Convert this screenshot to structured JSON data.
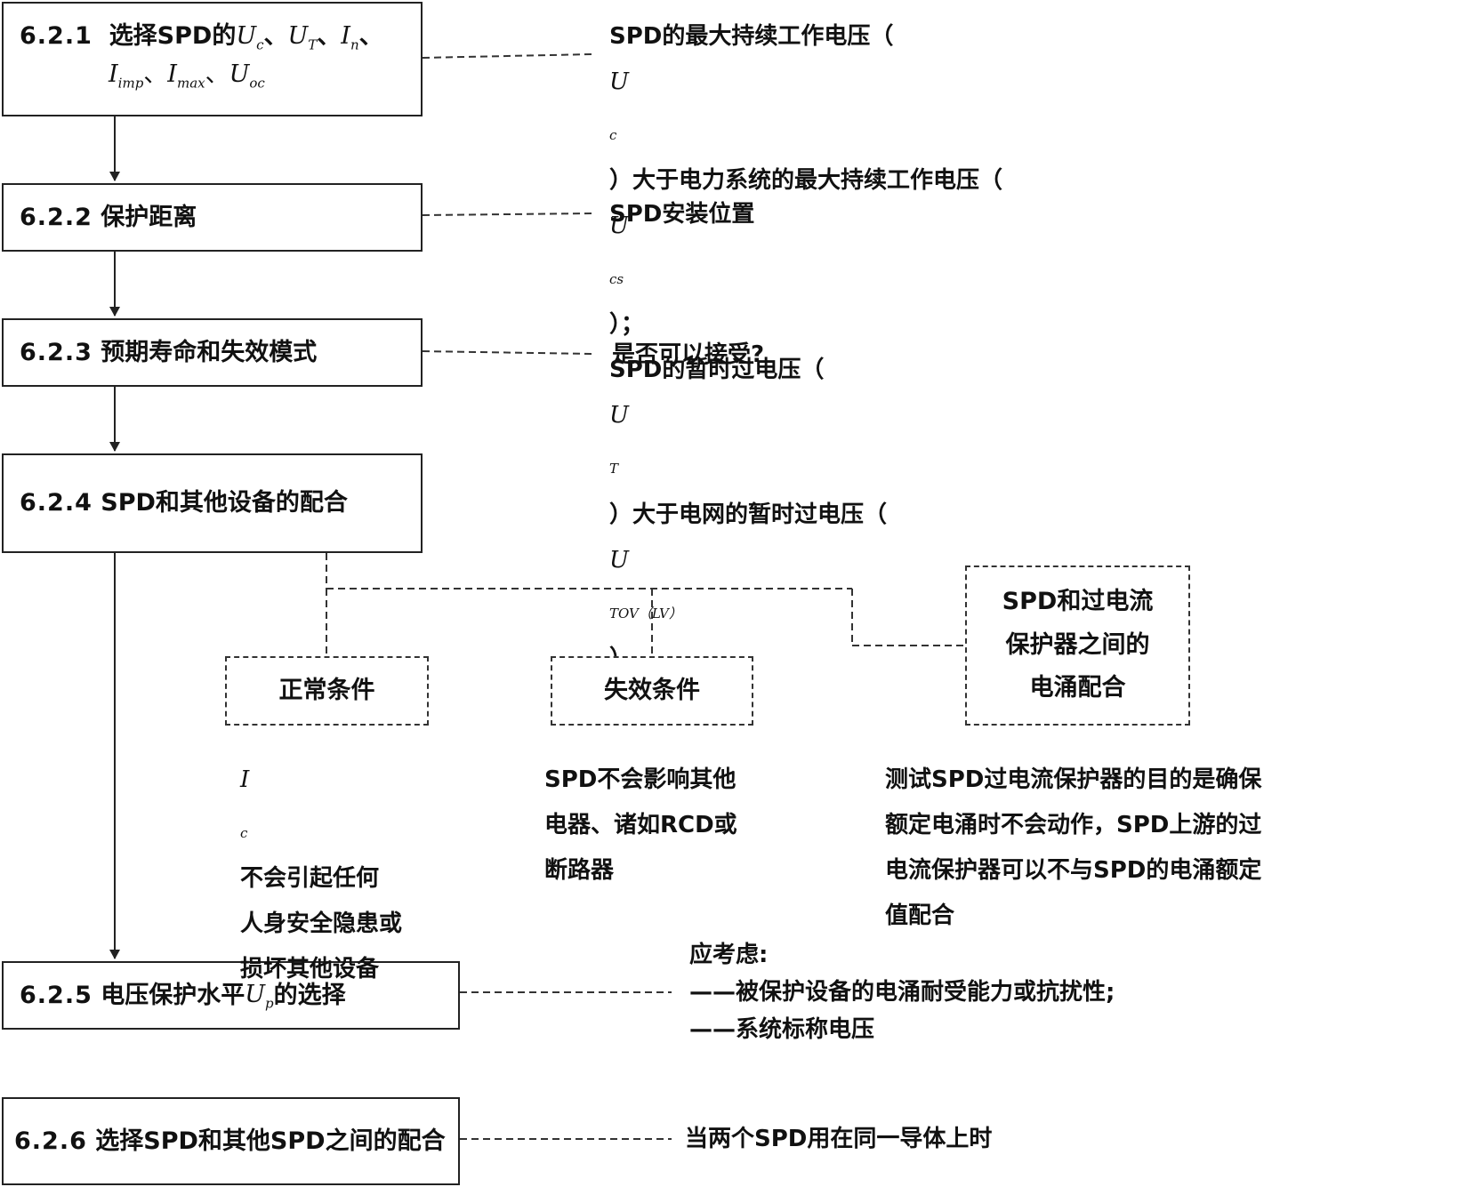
{
  "steps": {
    "s621": {
      "num": "6.2.1",
      "title": "选择SPD的"
    },
    "s622": {
      "num": "6.2.2",
      "title": "保护距离"
    },
    "s623": {
      "num": "6.2.3",
      "title": "预期寿命和失效模式"
    },
    "s624": {
      "num": "6.2.4",
      "title": "SPD和其他设备的配合"
    },
    "s625": {
      "num": "6.2.5",
      "title_a": "电压保护水平",
      "title_b": "的选择"
    },
    "s626": {
      "num": "6.2.6",
      "title": "选择SPD和其他SPD之间的配合"
    }
  },
  "symbols": {
    "U": "U",
    "I": "I",
    "c": "c",
    "T": "T",
    "n": "n",
    "imp": "imp",
    "max": "max",
    "oc": "oc",
    "cs": "cs",
    "tov": "TOV（LV）",
    "p": "p",
    "sep": "、"
  },
  "notes": {
    "n621_a1": "SPD的最大持续工作电压（",
    "n621_a2": "）大于电力系统的最大持续工作电压（",
    "n621_a3": "）；",
    "n621_b1": "SPD的暂时过电压（",
    "n621_b2": "）大于电网的暂时过电压（",
    "n621_b3": "）",
    "n622": "SPD安装位置",
    "n623": "是否可以接受?",
    "n625_head": "应考虑:",
    "n625_l1": "——被保护设备的电涌耐受能力或抗扰性;",
    "n625_l2": "——系统标称电压",
    "n626": "当两个SPD用在同一导体上时"
  },
  "conditions": {
    "normal": {
      "title": "正常条件",
      "desc_1b": "不会引起任何",
      "desc_2": "人身安全隐患或",
      "desc_3": "损坏其他设备"
    },
    "failure": {
      "title": "失效条件",
      "desc_1": "SPD不会影响其他",
      "desc_2": "电器、诸如RCD或",
      "desc_3": "断路器"
    },
    "surge": {
      "title_1": "SPD和过电流",
      "title_2": "保护器之间的",
      "title_3": "电涌配合",
      "desc_1": "测试SPD过电流保护器的目的是确保",
      "desc_2": "额定电涌时不会动作，SPD上游的过",
      "desc_3": "电流保护器可以不与SPD的电涌额定",
      "desc_4": "值配合"
    }
  }
}
